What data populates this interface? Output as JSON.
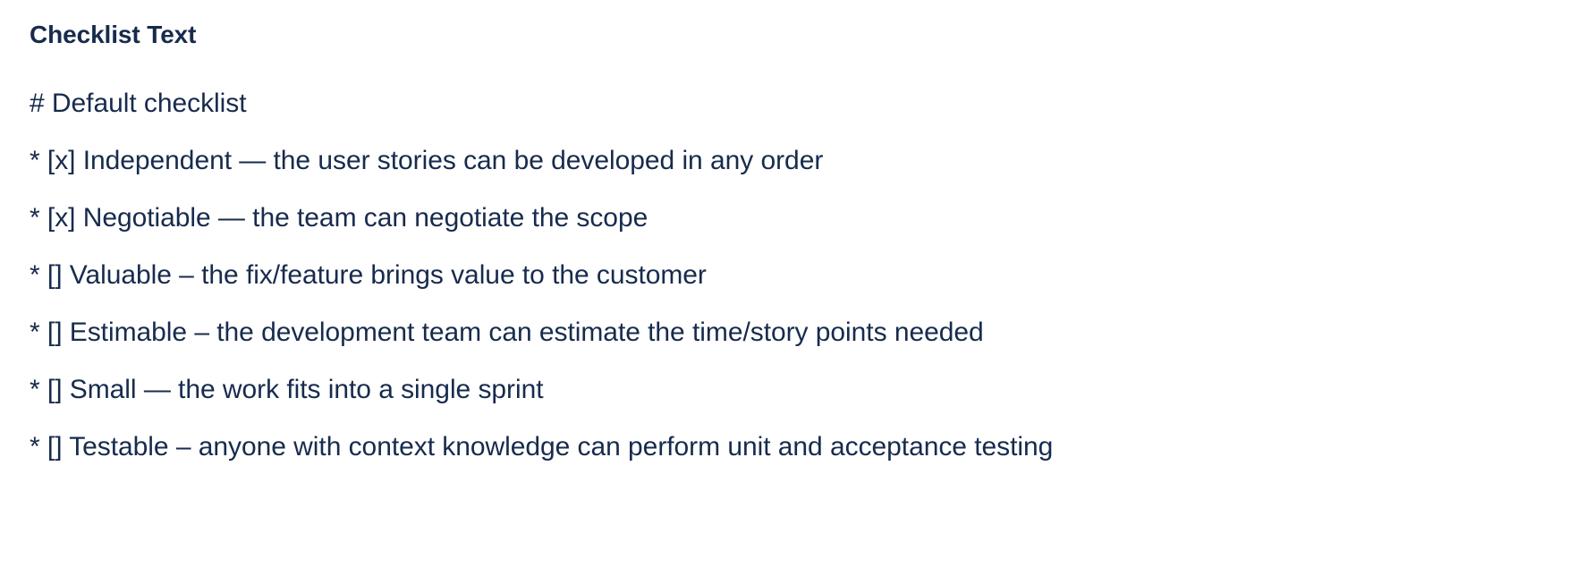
{
  "panel": {
    "title": "Checklist Text",
    "text_color": "#172B4D",
    "background_color": "#FFFFFF"
  },
  "checklist": {
    "heading_line": "# Default checklist",
    "lines": [
      {
        "raw": "* [x] Independent — the user stories can be developed in any order",
        "bullet": "*",
        "checkbox": "[x]",
        "checked": true,
        "title": "Independent",
        "dash": "—",
        "description": "the user stories can be developed in any order"
      },
      {
        "raw": "* [x] Negotiable — the team can negotiate the scope",
        "bullet": "*",
        "checkbox": "[x]",
        "checked": true,
        "title": "Negotiable",
        "dash": "—",
        "description": "the team can negotiate the scope"
      },
      {
        "raw": "* [] Valuable – the fix/feature brings value to the customer",
        "bullet": "*",
        "checkbox": "[]",
        "checked": false,
        "title": "Valuable",
        "dash": "–",
        "description": "the fix/feature brings value to the customer"
      },
      {
        "raw": "* [] Estimable – the development team can estimate the time/story points needed",
        "bullet": "*",
        "checkbox": "[]",
        "checked": false,
        "title": "Estimable",
        "dash": "–",
        "description": "the development team can estimate the time/story points needed"
      },
      {
        "raw": "* [] Small — the work fits into a single sprint",
        "bullet": "*",
        "checkbox": "[]",
        "checked": false,
        "title": "Small",
        "dash": "—",
        "description": "the work fits into a single sprint"
      },
      {
        "raw": "* [] Testable – anyone with context knowledge can perform unit and acceptance testing",
        "bullet": "*",
        "checkbox": "[]",
        "checked": false,
        "title": "Testable",
        "dash": "–",
        "description": "anyone with context knowledge can perform unit and acceptance testing"
      }
    ]
  }
}
